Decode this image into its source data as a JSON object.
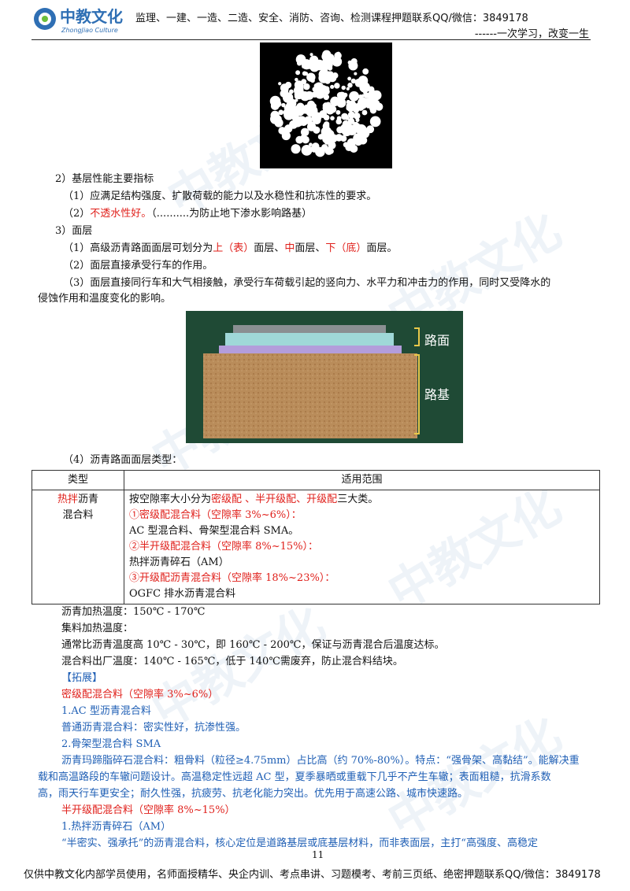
{
  "header": {
    "logo_text": "中教文化",
    "logo_sub": "ZhongJiao Culture",
    "title": "监理、一建、一造、二造、安全、消防、咨询、检测课程押题联系QQ/微信：3849178",
    "slogan": "------一次学习，改变一生"
  },
  "body": {
    "l1": "2）基层性能主要指标",
    "l2": "（1）应满足结构强度、扩散荷载的能力以及水稳性和抗冻性的要求。",
    "l3_a": "（2）",
    "l3_red": "不透水性好。",
    "l3_b": "（..........为防止地下渗水影响路基）",
    "l4": "3）面层",
    "l5_a": "（1）高级沥青路面面层可划分为",
    "l5_r1": "上（表）",
    "l5_b": "面层、",
    "l5_r2": "中",
    "l5_c": "面层、",
    "l5_r3": "下（底）",
    "l5_d": "面层。",
    "l6": "（2）面层直接承受行车的作用。",
    "l7": "（3）面层直接同行车和大气相接触，承受行车荷载引起的竖向力、水平力和冲击力的作用，同时又受降水的",
    "l8": "侵蚀作用和温度变化的影响。",
    "fig_label_1": "路面",
    "fig_label_2": "路基",
    "l9": "（4）沥青路面面层类型："
  },
  "table": {
    "h1": "类型",
    "h2": "适用范围",
    "c1_red": "热拌",
    "c1_a": "沥青",
    "c1_b": "混合料",
    "r1_a": "按空隙率大小分为",
    "r1_r1": "密级配 、",
    "r1_b": "半开级配、",
    "r1_r2": "开级配",
    "r1_c": "三大类。",
    "r2": "①密级配混合料（空隙率 3%~6%）：",
    "r3": "AC 型混合料、骨架型混合料 SMA。",
    "r4": "②半开级配混合料（空隙率 8%~15%）：",
    "r5": "热拌沥青碎石（AM）",
    "r6": "③开级配沥青混合料（空隙率 18%~23%）：",
    "r7": "OGFC 排水沥青混合料"
  },
  "after": {
    "a1": "沥青加热温度：150℃ - 170℃",
    "a2": "集料加热温度：",
    "a3": "通常比沥青温度高 10℃ - 30℃，即 160℃ - 200℃，保证与沥青混合后温度达标。",
    "a4": "混合料出厂温度：140℃ - 165℃，低于 140℃需废弃，防止混合料结块。",
    "a5": "【拓展】",
    "a6": "密级配混合料（空隙率 3%~6%）",
    "a7": "1.AC 型沥青混合料",
    "a8": "普通沥青混合料：密实性好，抗渗性强。",
    "a9": "2.骨架型混合料 SMA",
    "a10": "沥青玛蹄脂碎石混合料：粗骨料（粒径≥4.75mm）占比高（约 70%-80%）。特点：“强骨架、高黏结”。能解决重",
    "a11": "载和高温路段的车辙问题设计。高温稳定性远超 AC 型，夏季暴晒或重载下几乎不产生车辙；表面粗糙，抗滑系数",
    "a12": "高，雨天行车更安全；耐久性强，抗疲劳、抗老化能力突出。优先用于高速公路、城市快速路。",
    "a13": "半开级配混合料（空隙率 8%~15%）",
    "a14": "1.热拌沥青碎石（AM）",
    "a15": "“半密实、强承托”的沥青混合料，核心定位是道路基层或底基层材料，而非表面层，主打“高强度、高稳定"
  },
  "footer": {
    "page": "11",
    "text": "仅供中教文化内部学员使用，名师面授精华、央企内训、考点串讲、习题模考、考前三页纸、绝密押题联系QQ/微信：3849178"
  },
  "colors": {
    "red": "#e0201b",
    "blue": "#1f5fb5"
  }
}
